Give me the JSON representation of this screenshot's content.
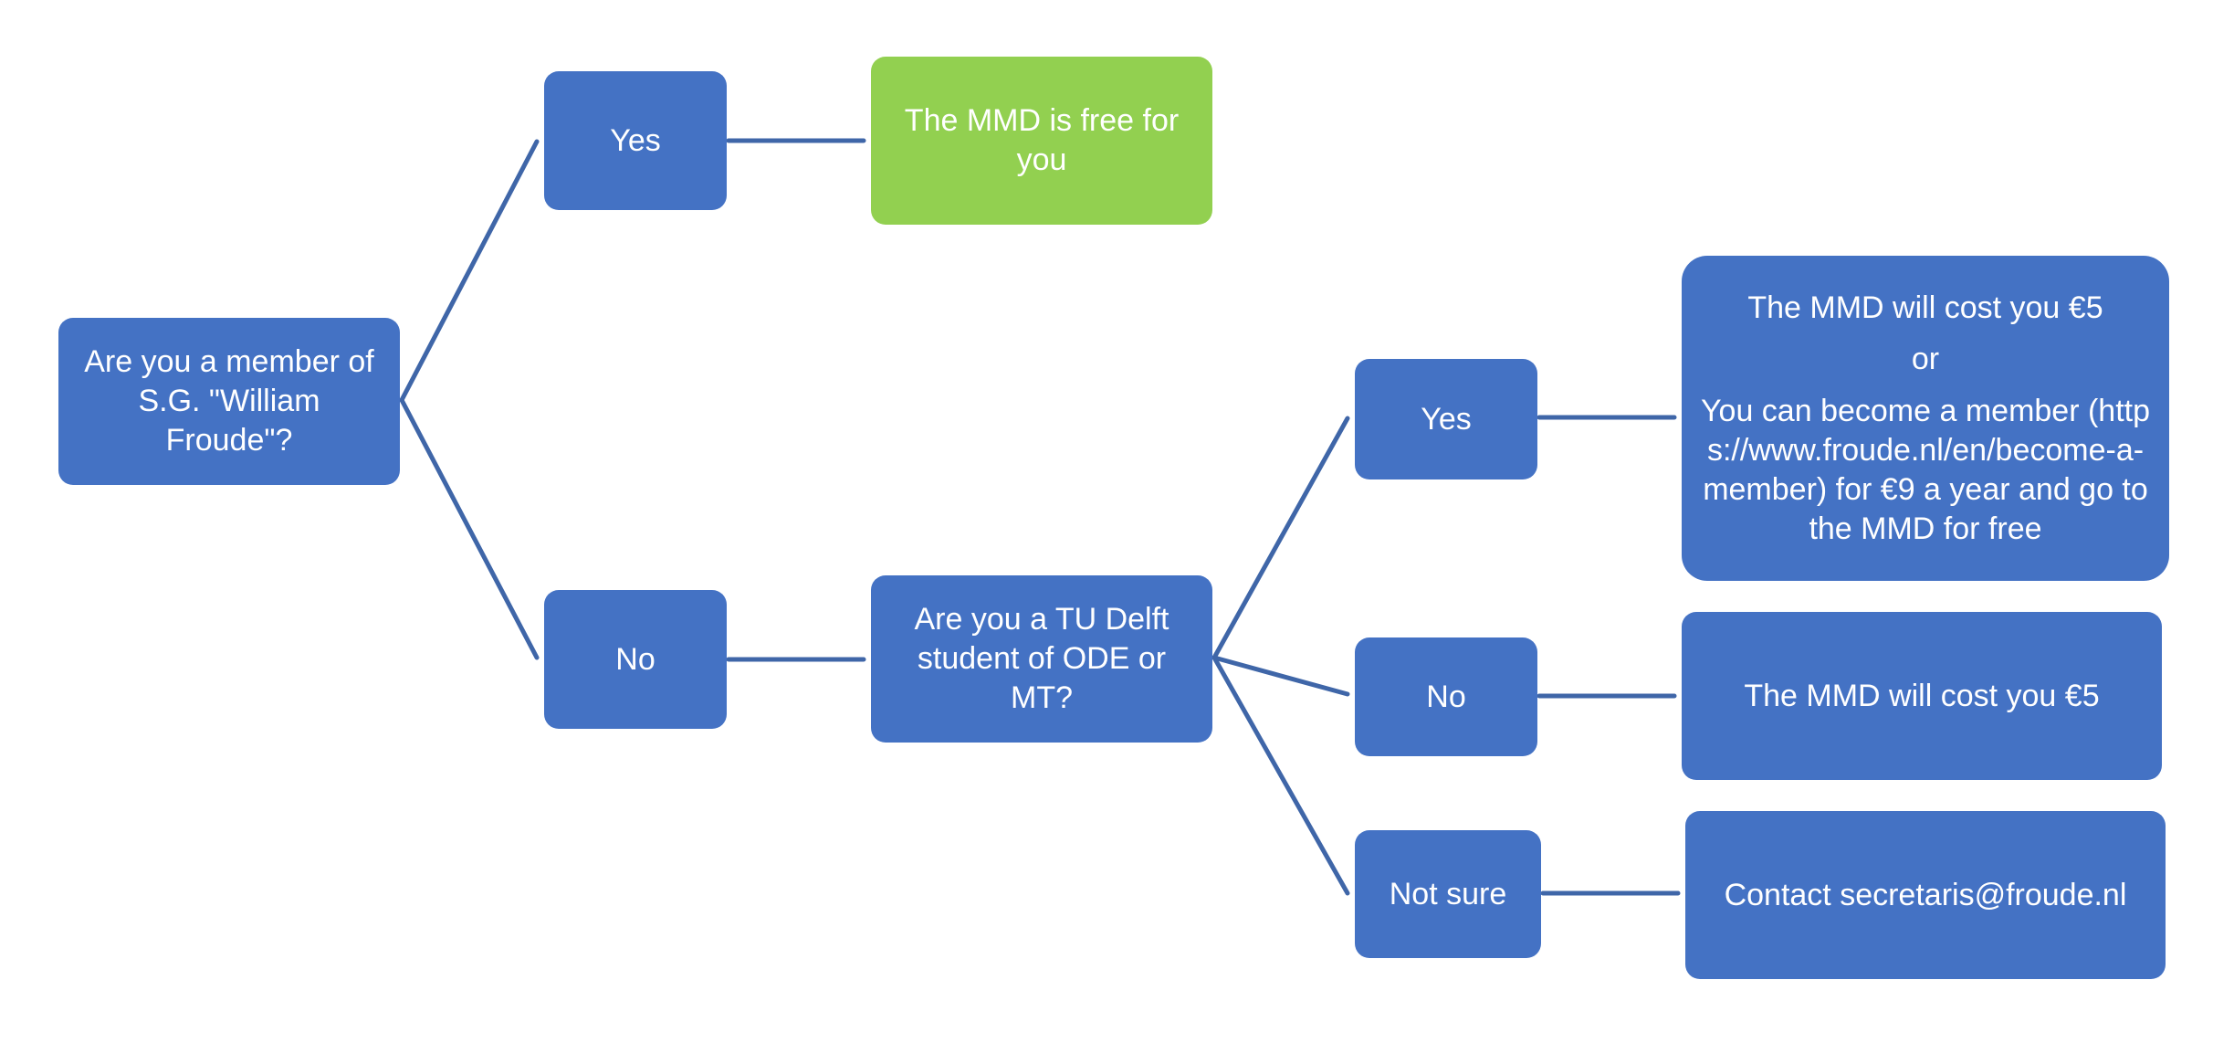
{
  "colors": {
    "box": "#4472c4",
    "positive": "#92d050",
    "text": "#ffffff",
    "line": "#3f66a8"
  },
  "nodes": {
    "member_question": "Are you a member of S.G. \"William Froude\"?",
    "member_yes": "Yes",
    "member_no": "No",
    "free_result": "The MMD is free for you",
    "student_question": "Are you a TU Delft student of ODE or MT?",
    "student_yes": "Yes",
    "student_no": "No",
    "student_not_sure": "Not sure",
    "cost_or_join": {
      "cost": "The MMD will cost you €5",
      "or": "or",
      "join": "You can become a member (https://www.froude.nl/en/become-a-member) for €9 a year and go to the MMD for free"
    },
    "cost_result": "The MMD will cost you €5",
    "contact_result": "Contact secretaris@froude.nl"
  }
}
